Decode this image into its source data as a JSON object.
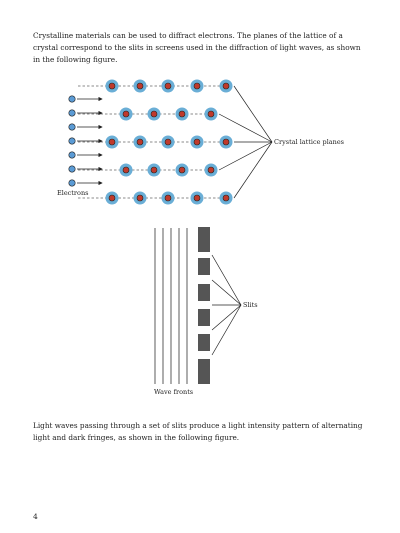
{
  "paragraphs": {
    "intro": "Crystalline materials can be used to diffract electrons. The planes of the lattice of a crystal correspond to the slits in screens used in the diffraction of light waves, as shown in the following figure.",
    "fringes": "Light waves passing through a set of slits produce a light intensity pattern of alternating light and dark fringes, as shown in the following figure."
  },
  "figure_labels": {
    "crystal_planes": "Crystal lattice planes",
    "electrons": "Electrons",
    "slits": "Slits",
    "wave_fronts": "Wave fronts"
  },
  "page_number": "4",
  "colors": {
    "atom_outer": "#6aaed6",
    "atom_inner": "#c0392b",
    "electron": "#5b9bd5",
    "slit_block": "#555555"
  }
}
